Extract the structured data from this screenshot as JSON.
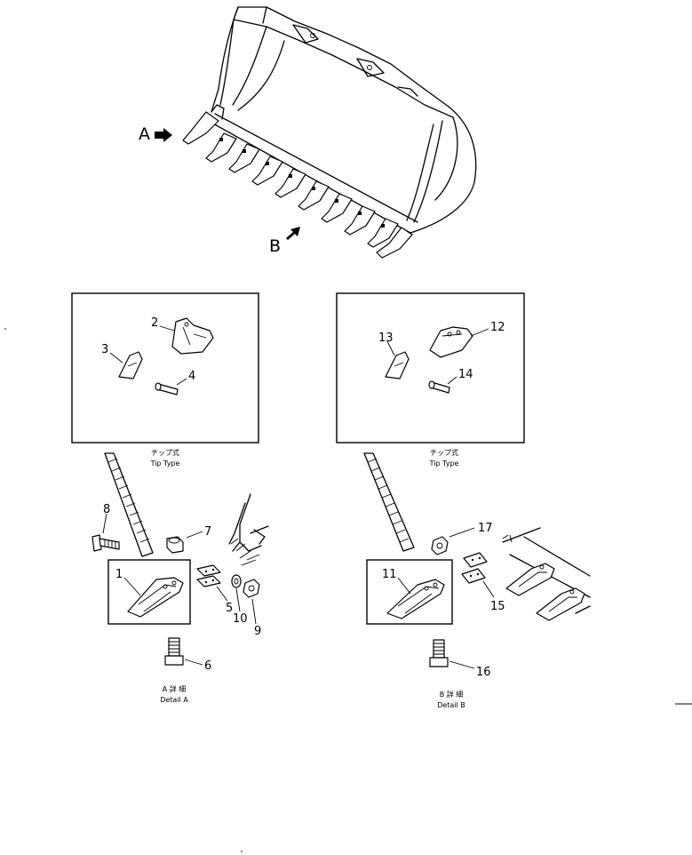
{
  "views": {
    "arrow_a": "A",
    "arrow_b": "B"
  },
  "detail_a": {
    "tip_type_jp": "チップ式",
    "tip_type_en": "Tip Type",
    "caption_jp": "A 詳 細",
    "caption_en": "Detail A"
  },
  "detail_b": {
    "tip_type_jp": "チップ式",
    "tip_type_en": "Tip Type",
    "caption_jp": "B 詳 細",
    "caption_en": "Detail B"
  },
  "callouts": {
    "p1": "1",
    "p2": "2",
    "p3": "3",
    "p4": "4",
    "p5": "5",
    "p6": "6",
    "p7": "7",
    "p8": "8",
    "p9": "9",
    "p10": "10",
    "p11": "11",
    "p12": "12",
    "p13": "13",
    "p14": "14",
    "p15": "15",
    "p16": "16",
    "p17": "17"
  }
}
